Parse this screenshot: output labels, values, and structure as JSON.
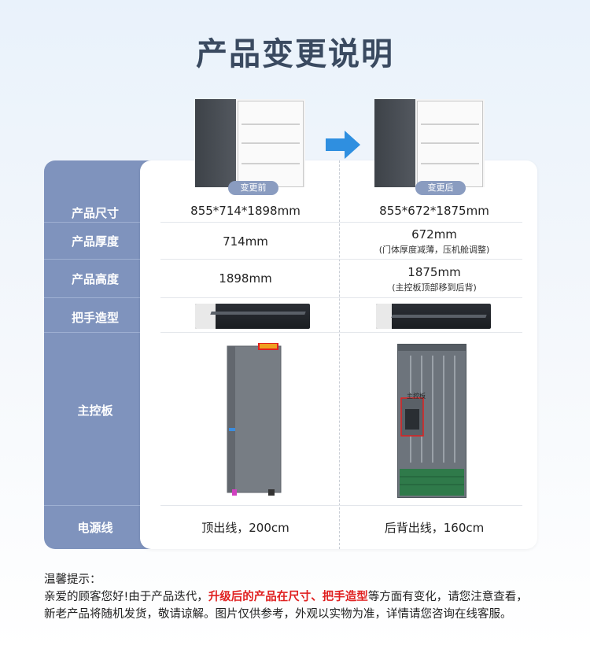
{
  "title": "产品变更说明",
  "badges": {
    "before": "变更前",
    "after": "变更后"
  },
  "rows": [
    {
      "label": "产品尺寸",
      "before": "855*714*1898mm",
      "after": "855*672*1875mm",
      "after_note": ""
    },
    {
      "label": "产品厚度",
      "before": "714mm",
      "after": "672mm",
      "after_note": "(门体厚度减薄，压机舱调整)"
    },
    {
      "label": "产品高度",
      "before": "1898mm",
      "after": "1875mm",
      "after_note": "(主控板顶部移到后背)"
    },
    {
      "label": "把手造型",
      "before": "",
      "after": "",
      "after_note": ""
    },
    {
      "label": "主控板",
      "before": "",
      "after": "",
      "after_note": ""
    },
    {
      "label": "电源线",
      "before": "顶出线，200cm",
      "after": "后背出线，160cm",
      "after_note": ""
    }
  ],
  "board_tag": "主控板",
  "tips": {
    "heading": "温馨提示：",
    "line1_a": "亲爱的顾客您好!由于产品迭代，",
    "line1_red": "升级后的产品在尺寸、把手造型",
    "line1_b": "等方面有变化，请您注意查看，",
    "line2": "新老产品将随机发货，敬请谅解。图片仅供参考，外观以实物为准，详情请您咨询在线客服。"
  },
  "colors": {
    "label_bg": "#7f93bd",
    "title": "#3a4a60",
    "highlight": "#e02020",
    "arrow": "#2f8fe0"
  }
}
